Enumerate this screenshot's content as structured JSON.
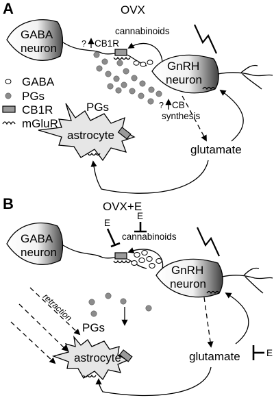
{
  "panel_a": {
    "letter": "A",
    "title": "OVX",
    "gaba_neuron": [
      "GABA",
      "neuron"
    ],
    "gnrh_neuron": [
      "GnRH",
      "neuron"
    ],
    "astrocyte": "astrocyte",
    "cannabinoids": "cannabinoids",
    "cb1r_label": "CB1R",
    "cb1r_question": "?",
    "cb_synthesis": [
      "CB",
      "synthesis"
    ],
    "cb_question": "?",
    "pgs": "PGs",
    "glutamate": "glutamate",
    "legend": [
      {
        "symbol": "gaba-vesicle",
        "label": "GABA"
      },
      {
        "symbol": "pg-dot",
        "label": "PGs"
      },
      {
        "symbol": "cb1r-receptor",
        "label": "CB1R"
      },
      {
        "symbol": "mglur-receptor",
        "label": "mGluR"
      }
    ]
  },
  "panel_b": {
    "letter": "B",
    "title": "OVX+E",
    "gaba_neuron": [
      "GABA",
      "neuron"
    ],
    "gnrh_neuron": [
      "GnRH",
      "neuron"
    ],
    "astrocyte": "astrocyte",
    "cannabinoids": "cannabinoids",
    "e_left": "E",
    "e_right": "E",
    "e_glutamate": "E",
    "retraction": "retraction",
    "pgs": "PGs",
    "glutamate": "glutamate"
  },
  "colors": {
    "soma_gradient_dark": "#4a4a4a",
    "astrocyte_fill": "#e6e6e6",
    "pg_dot": "#8c8c8c",
    "receptor_fill": "#9a9a9a"
  }
}
